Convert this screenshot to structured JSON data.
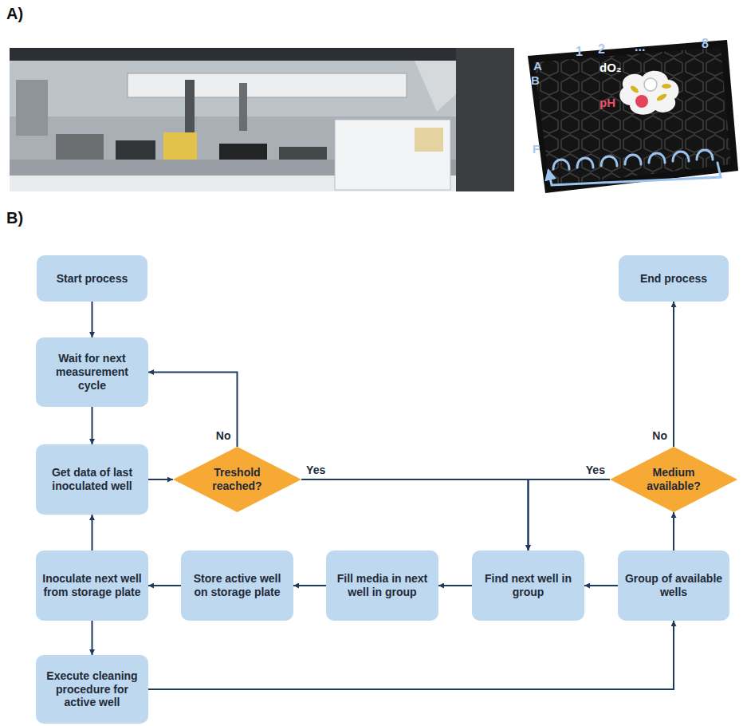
{
  "diagram": {
    "nodes": [
      {
        "text": [
          "Start process"
        ]
      },
      {
        "text": [
          "Wait for next measurement cycle"
        ]
      },
      {
        "text": [
          "Get data of last inoculated well"
        ]
      },
      {
        "text": [
          "Treshold reached?"
        ]
      },
      {
        "text": [
          "End process"
        ]
      },
      {
        "text": [
          "Medium available?"
        ]
      },
      {
        "text": [
          "Group of available wells"
        ]
      },
      {
        "text": [
          "Find next well in group"
        ]
      },
      {
        "text": [
          "Fill media in next well in group"
        ]
      },
      {
        "text": [
          "Store active well on storage plate"
        ]
      },
      {
        "text": [
          "Inoculate next well from storage plate"
        ]
      },
      {
        "text": [
          "Execute cleaning procedure for active well"
        ]
      }
    ],
    "edges": [
      {
        "from": 0,
        "to": 1,
        "arrow": "to"
      },
      {
        "from": 1,
        "to": 2,
        "arrow": "to"
      },
      {
        "from": 2,
        "to": 3,
        "arrow": "to"
      },
      {
        "from": 3,
        "to": 1,
        "label": "No",
        "arrow": "to"
      },
      {
        "from": 3,
        "to": 7,
        "label": "Yes",
        "arrow": "to"
      },
      {
        "from": 5,
        "to": 7,
        "label": "Yes",
        "arrow": "to"
      },
      {
        "from": 5,
        "to": 4,
        "label": "No",
        "arrow": "to"
      },
      {
        "from": 6,
        "to": 5,
        "arrow": "to"
      },
      {
        "from": 6,
        "to": 7,
        "arrow": "to"
      },
      {
        "from": 7,
        "to": 8,
        "arrow": "to"
      },
      {
        "from": 8,
        "to": 9,
        "arrow": "to"
      },
      {
        "from": 9,
        "to": 10,
        "arrow": "to"
      },
      {
        "from": 10,
        "to": 2,
        "arrow": "to"
      },
      {
        "from": 10,
        "to": 11,
        "arrow": "to"
      },
      {
        "from": 11,
        "to": 6,
        "arrow": "to"
      }
    ],
    "labels": [
      "A)",
      "B)",
      "1",
      "2",
      "...",
      "8",
      "A",
      "B",
      "F",
      "dO₂",
      "pH"
    ]
  }
}
